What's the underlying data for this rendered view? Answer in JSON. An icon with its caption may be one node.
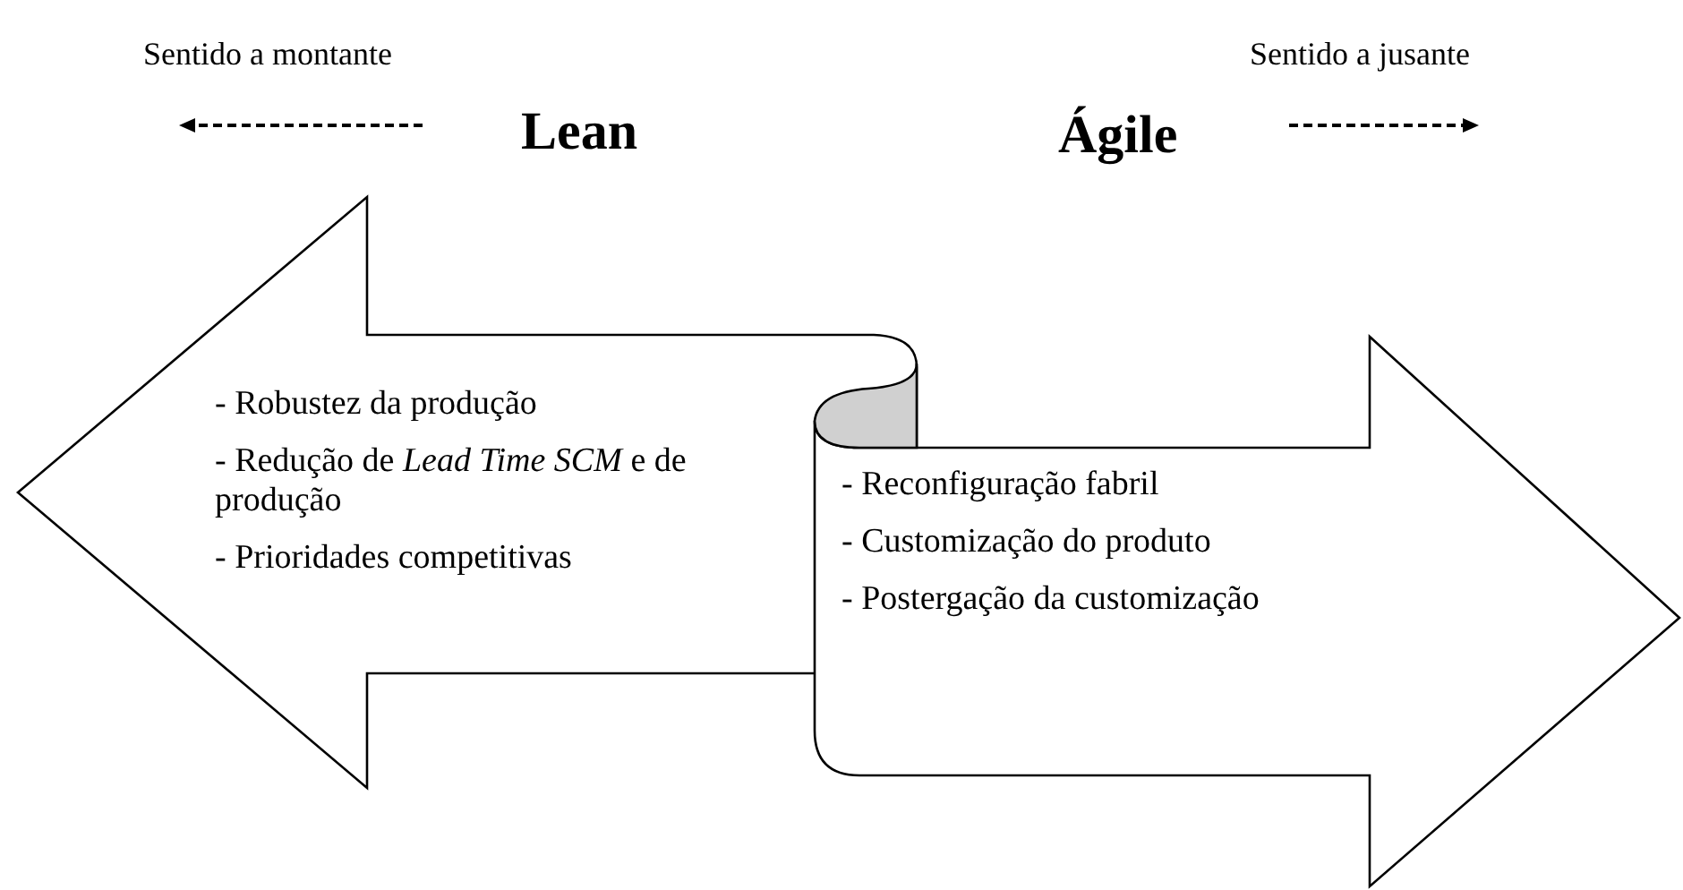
{
  "diagram": {
    "nodes": [
      {
        "text": [
          "- Robustez da produção",
          "- Redução de *Lead Time SCM* e de produção",
          "- Prioridades competitivas"
        ]
      },
      {
        "text": [
          "- Reconfiguração fabril",
          "- Customização do produto",
          "- Postergação da customização"
        ]
      }
    ],
    "labels": [
      "Sentido a montante",
      "Sentido a jusante",
      "Lean",
      "Ágile"
    ]
  }
}
